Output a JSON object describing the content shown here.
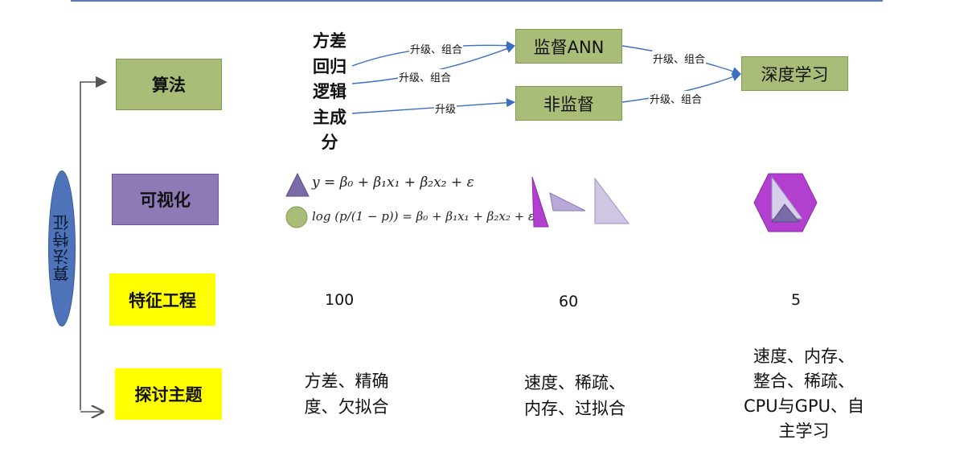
{
  "side_label": "算法特征",
  "rows": {
    "algorithm": "算法",
    "visualization": "可视化",
    "feature_engineering": "特征工程",
    "topics": "探讨主题"
  },
  "algo_inputs": [
    "方差",
    "回归",
    "逻辑",
    "主成",
    "分"
  ],
  "nodes": {
    "supervised": "监督ANN",
    "unsupervised": "非监督",
    "deep_learning": "深度学习"
  },
  "edge_labels": {
    "upgrade_combine_1": "升级、组合",
    "upgrade_combine_2": "升级、组合",
    "upgrade": "升级",
    "upgrade_combine_3": "升级、组合",
    "upgrade_combine_4": "升级、组合"
  },
  "formulas": {
    "linear": "y = β₀ + β₁x₁ + β₂x₂ + ε",
    "logistic": "log (p/(1 − p)) = β₀ + β₁x₁ + β₂x₂ + ε"
  },
  "feature_counts": [
    "100",
    "60",
    "5"
  ],
  "topics": {
    "col1": [
      "方差、精确",
      "度、欠拟合"
    ],
    "col2": [
      "速度、稀疏、",
      "内存、过拟合"
    ],
    "col3": [
      "速度、内存、",
      "整合、稀疏、",
      "CPU与GPU、自",
      "主学习"
    ]
  },
  "colors": {
    "green_box": "#a9bd78",
    "purple_box": "#8e7ab6",
    "yellow_box": "#ffff00",
    "ellipse": "#4e73b8",
    "arrow": "#3a6fc0",
    "magenta": "#b23fd0",
    "lavender": "#c9bfe0"
  },
  "icons": [
    "triangle-icon",
    "circle-icon",
    "thin-triangle-icon",
    "flat-triangle-icon",
    "right-triangle-icon",
    "hexagon-icon"
  ]
}
